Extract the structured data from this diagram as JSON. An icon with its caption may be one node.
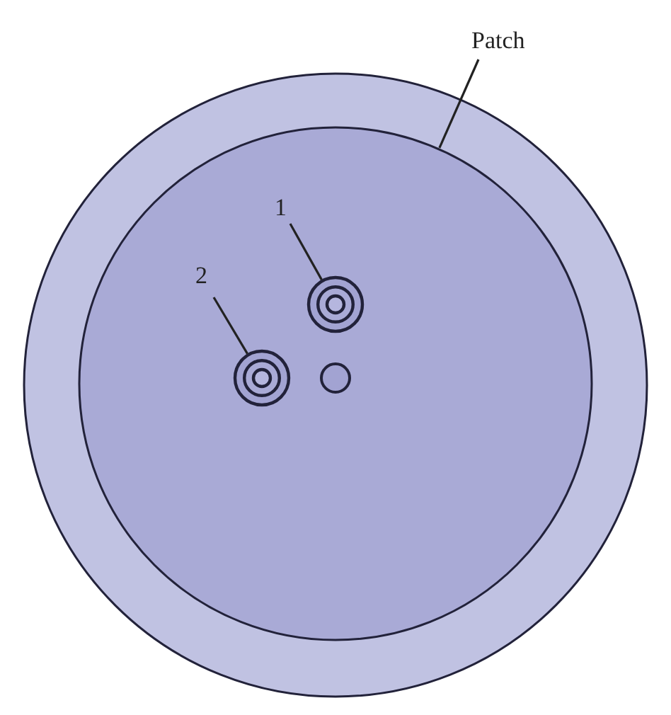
{
  "diagram": {
    "nodes": [
      {
        "text": [
          "Patch"
        ]
      },
      {
        "text": [],
        "shape": "circle"
      },
      {
        "text": [
          "1"
        ],
        "in": 1
      },
      {
        "text": [],
        "shape": "circle",
        "in": 1
      },
      {
        "text": [
          "2"
        ],
        "in": 1
      },
      {
        "text": [],
        "shape": "circle",
        "in": 1
      }
    ],
    "edges": [
      {
        "from": 0,
        "to": 1,
        "arrow": "none"
      },
      {
        "from": 2,
        "to": 3,
        "arrow": "none"
      },
      {
        "from": 4,
        "to": 5,
        "arrow": "none"
      }
    ]
  }
}
